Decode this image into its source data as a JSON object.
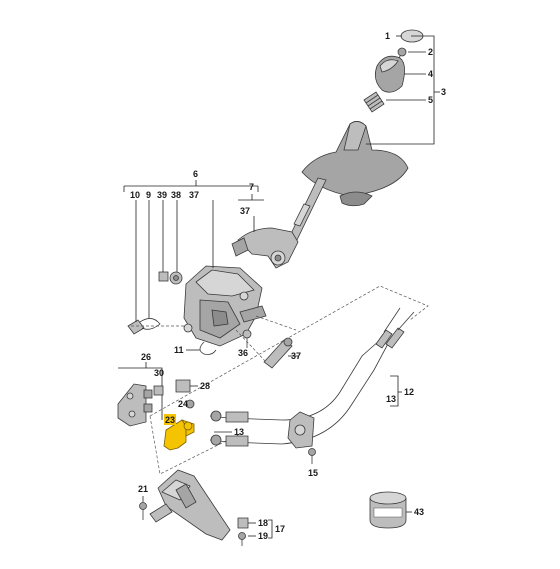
{
  "callouts": {
    "c1": "1",
    "c2": "2",
    "c3": "3",
    "c4": "4",
    "c5": "5",
    "c6": "6",
    "c7": "7",
    "c10": "10",
    "c9": "9",
    "c39": "39",
    "c38": "38",
    "c37a": "37",
    "c37b": "37",
    "c37c": "37",
    "c11": "11",
    "c36": "36",
    "c26": "26",
    "c30": "30",
    "c28": "28",
    "c24": "24",
    "c23": "23",
    "c13a": "13",
    "c13b": "13",
    "c12": "12",
    "c15": "15",
    "c21": "21",
    "c18": "18",
    "c17": "17",
    "c19": "19",
    "c43": "43"
  },
  "colors": {
    "highlight": "#f5c400",
    "line": "#222222"
  }
}
